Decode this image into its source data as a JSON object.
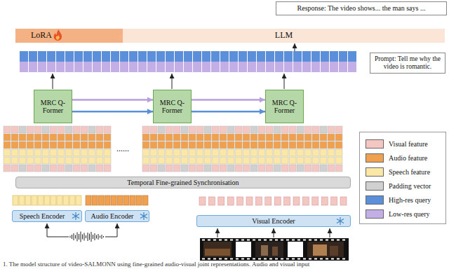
{
  "diagram": {
    "caption": "1. The model structure of video-SALMONN using fine-grained audio-visual joint representations. Audio and visual input",
    "nodes": [
      {
        "text": [
          "Response: The video shows... the man says ..."
        ]
      },
      {
        "text": [
          "LLM"
        ]
      },
      {
        "text": [
          "LoRA"
        ],
        "in": 1
      },
      {
        "text": [
          "Prompt: Tell me why the video is romantic."
        ]
      },
      {
        "text": [
          "MRC Q-Former"
        ]
      },
      {
        "text": [
          "MRC Q-Former"
        ]
      },
      {
        "text": [
          "MRC Q-Former"
        ]
      },
      {
        "text": [
          "Temporal Fine-grained Synchronisation"
        ]
      },
      {
        "text": [
          "Speech Encoder"
        ]
      },
      {
        "text": [
          "Audio Encoder"
        ]
      },
      {
        "text": [
          "Visual Encoder"
        ]
      }
    ],
    "edges": [
      {
        "from": 4,
        "to": 5,
        "arrow": "to"
      },
      {
        "from": 4,
        "to": 5,
        "arrow": "to"
      },
      {
        "from": 5,
        "to": 6,
        "arrow": "to"
      },
      {
        "from": 5,
        "to": 6,
        "arrow": "to"
      }
    ],
    "labels": [
      "......"
    ],
    "legend": [
      {
        "text": "Visual feature",
        "color": "#f4c7c3"
      },
      {
        "text": "Audio feature",
        "color": "#f0a150"
      },
      {
        "text": "Speech feature",
        "color": "#fbe8a6"
      },
      {
        "text": "Padding vector",
        "color": "#d0d0d0"
      },
      {
        "text": "High-res query",
        "color": "#5b8fd9"
      },
      {
        "text": "Low-res query",
        "color": "#c4aee6"
      }
    ]
  }
}
